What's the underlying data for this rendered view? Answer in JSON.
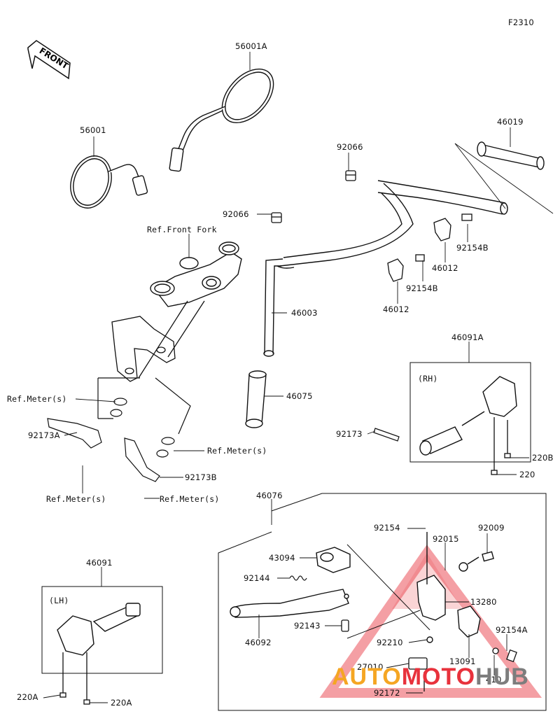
{
  "diagram_code": "F2310",
  "front_label": "FRONT",
  "labels": {
    "mirror_right": "56001A",
    "mirror_left": "56001",
    "plug_1": "92066",
    "plug_2": "92066",
    "grip_right": "46019",
    "ref_front_fork": "Ref.Front Fork",
    "bolt_holder_1": "92154B",
    "holder_1": "46012",
    "bolt_holder_2": "92154B",
    "holder_2": "46012",
    "handlebar": "46003",
    "grip_left": "46075",
    "switch_right_asm": "46091A",
    "rh_box": "(RH)",
    "ref_meter_1": "Ref.Meter(s)",
    "bracket_left": "92173A",
    "ref_meter_2": "Ref.Meter(s)",
    "bracket_right": "92173B",
    "ref_meter_3": "Ref.Meter(s)",
    "ref_meter_4": "Ref.Meter(s)",
    "band": "92173",
    "screw_rh": "220B",
    "screw_rh_2": "220",
    "clutch_lever_asm": "46076",
    "switch_left_asm": "46091",
    "lh_box": "(LH)",
    "bolt_lever": "92154",
    "bolt_92009": "92009",
    "collar_92015": "92015",
    "cover_43094": "43094",
    "spring_92144": "92144",
    "holder_13280": "13280",
    "lever_46092": "46092",
    "collar_92143": "92143",
    "nut_92210": "92210",
    "bolt_92154a": "92154A",
    "switch_27010": "27010",
    "clamp_13091": "13091",
    "washer_410": "410",
    "screw_92172": "92172",
    "screw_lh_1": "220A",
    "screw_lh_2": "220A"
  },
  "watermark": {
    "part1": "AUTO",
    "part2": "MOTO",
    "part3": "HUB",
    "color_orange": "#f5a623",
    "color_red": "#e8323c",
    "color_gray": "#7d7d7d"
  }
}
